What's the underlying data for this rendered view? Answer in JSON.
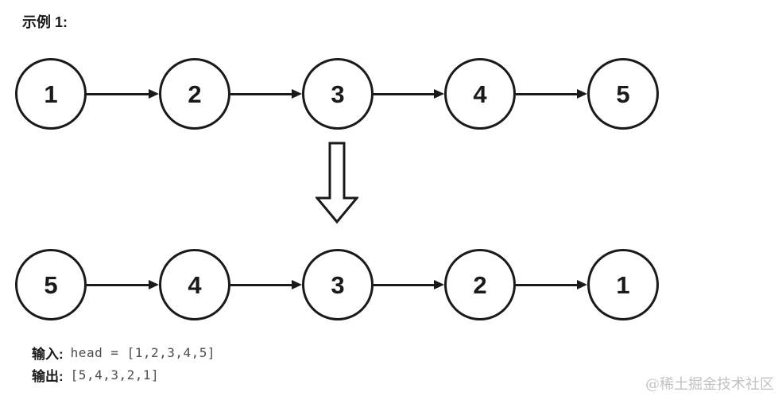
{
  "title": "示例 1:",
  "diagram": {
    "top_list": [
      "1",
      "2",
      "3",
      "4",
      "5"
    ],
    "bottom_list": [
      "5",
      "4",
      "3",
      "2",
      "1"
    ],
    "transform_icon": "down-arrow"
  },
  "io": {
    "input_label": "输入:",
    "input_value": "head = [1,2,3,4,5]",
    "output_label": "输出:",
    "output_value": "[5,4,3,2,1]"
  },
  "watermark": "@稀土掘金技术社区",
  "colors": {
    "background": "#ffffff",
    "stroke": "#1a1a1a",
    "code_text": "#4d4d4d",
    "watermark_text": "#c2c2c2"
  }
}
